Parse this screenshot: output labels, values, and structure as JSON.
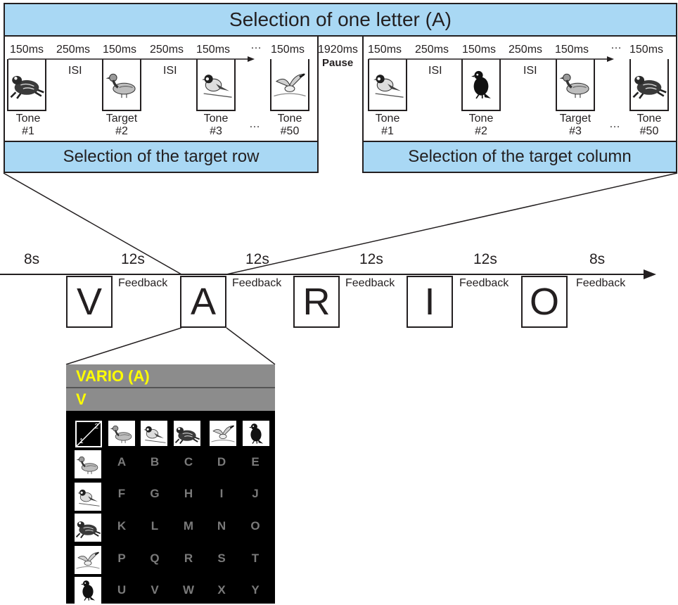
{
  "top_banner": {
    "title": "Selection of one letter (A)"
  },
  "row_panel": {
    "title": "Selection of the target row",
    "durations": [
      "150ms",
      "250ms",
      "150ms",
      "250ms",
      "150ms",
      "…",
      "150ms"
    ],
    "isi": [
      "ISI",
      "ISI"
    ],
    "stimuli": [
      {
        "kind": "Tone",
        "num": "#1",
        "icon": "frog-icon"
      },
      {
        "kind": "Target",
        "num": "#2",
        "icon": "duck-icon"
      },
      {
        "kind": "Tone",
        "num": "#3",
        "icon": "chickadee-icon"
      },
      {
        "kind": "Tone",
        "num": "#50",
        "icon": "gull-icon"
      }
    ],
    "ellipsis": "…"
  },
  "pause": {
    "duration": "1920ms",
    "label": "Pause"
  },
  "col_panel": {
    "title": "Selection of the target column",
    "durations": [
      "150ms",
      "250ms",
      "150ms",
      "250ms",
      "150ms",
      "…",
      "150ms"
    ],
    "isi": [
      "ISI",
      "ISI"
    ],
    "stimuli": [
      {
        "kind": "Tone",
        "num": "#1",
        "icon": "chickadee-icon"
      },
      {
        "kind": "Tone",
        "num": "#2",
        "icon": "pigeon-icon"
      },
      {
        "kind": "Target",
        "num": "#3",
        "icon": "duck-icon"
      },
      {
        "kind": "Tone",
        "num": "#50",
        "icon": "frog-icon"
      }
    ],
    "ellipsis": "…"
  },
  "timeline": {
    "durations": [
      "8s",
      "12s",
      "12s",
      "12s",
      "12s",
      "8s"
    ],
    "feedback": [
      "Feedback",
      "Feedback",
      "Feedback",
      "Feedback",
      "Feedback"
    ],
    "letters": [
      "V",
      "A",
      "R",
      "I",
      "O"
    ]
  },
  "speller": {
    "title": "VARIO (A)",
    "typed": "V",
    "corner": {
      "top": "2",
      "bottom": "1"
    },
    "col_icons": [
      "duck-icon",
      "chickadee-icon",
      "frog-icon",
      "gull-icon",
      "pigeon-icon"
    ],
    "row_icons": [
      "duck-icon",
      "chickadee-icon",
      "frog-icon",
      "gull-icon",
      "pigeon-icon"
    ],
    "rows": [
      [
        "A",
        "B",
        "C",
        "D",
        "E"
      ],
      [
        "F",
        "G",
        "H",
        "I",
        "J"
      ],
      [
        "K",
        "L",
        "M",
        "N",
        "O"
      ],
      [
        "P",
        "Q",
        "R",
        "S",
        "T"
      ],
      [
        "U",
        "V",
        "W",
        "X",
        "Y"
      ]
    ],
    "colors": {
      "header_bg": "#8c8c8c",
      "header_text": "#ffff00",
      "grid_bg": "#000000",
      "letters": "#7a7a7a"
    }
  }
}
